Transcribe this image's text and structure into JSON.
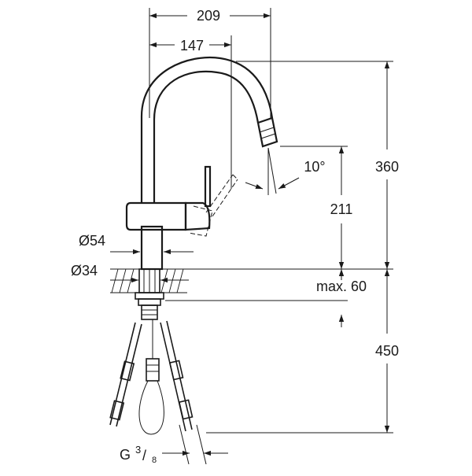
{
  "dimensions": {
    "total_reach": "209",
    "spout_reach": "147",
    "total_height": "360",
    "outlet_height": "211",
    "spout_tilt": "10°",
    "base_diameter": "Ø54",
    "shank_diameter": "Ø34",
    "max_deck_thickness": "max. 60",
    "hose_length": "450"
  },
  "thread": {
    "prefix": "G",
    "numerator": "3",
    "slash": "/",
    "denominator": "8"
  },
  "colors": {
    "line": "#1a1a1a",
    "background": "#ffffff"
  }
}
